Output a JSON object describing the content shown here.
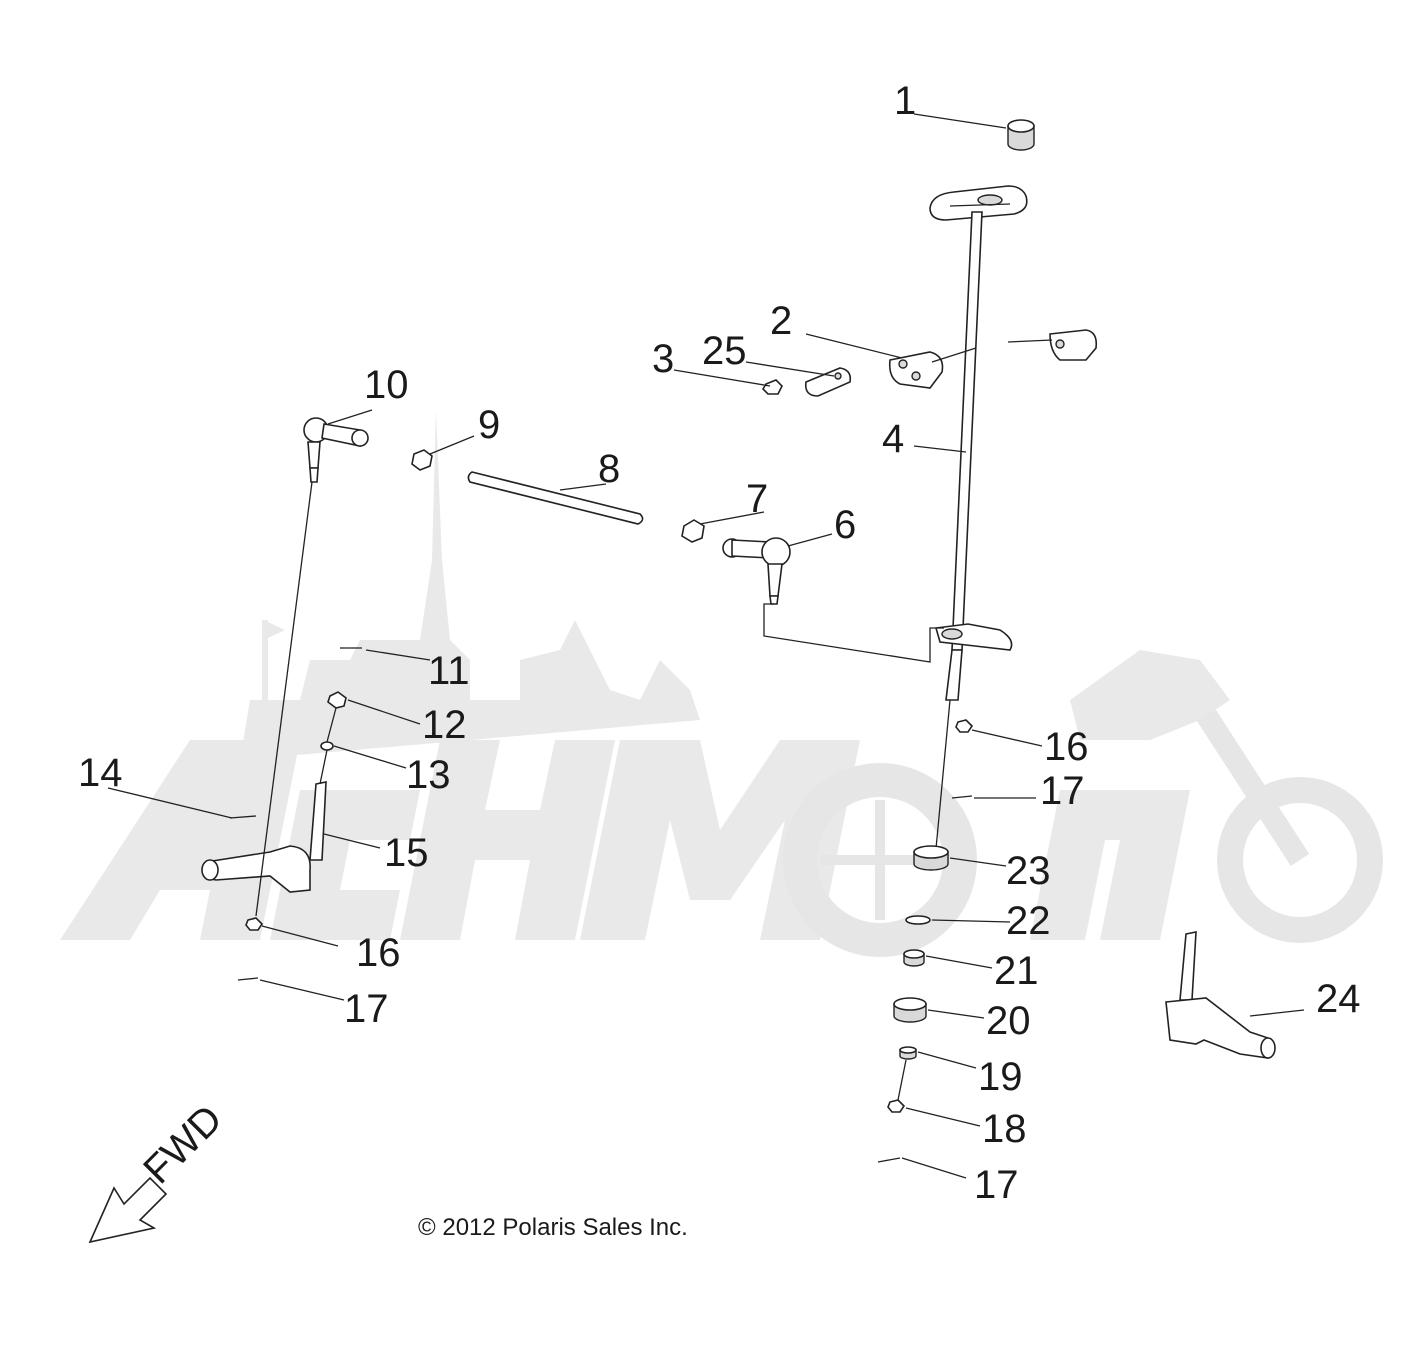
{
  "callouts": {
    "c1": "1",
    "c2": "2",
    "c3": "3",
    "c4": "4",
    "c6": "6",
    "c7": "7",
    "c8": "8",
    "c9": "9",
    "c10": "10",
    "c11": "11",
    "c12": "12",
    "c13": "13",
    "c14": "14",
    "c15": "15",
    "c16a": "16",
    "c16b": "16",
    "c17a": "17",
    "c17b": "17",
    "c17c": "17",
    "c18": "18",
    "c19": "19",
    "c20": "20",
    "c21": "21",
    "c22": "22",
    "c23": "23",
    "c24": "24",
    "c25": "25"
  },
  "direction_label": "FWD",
  "copyright": "© 2012 Polaris Sales Inc.",
  "watermark_text": "AchMoto"
}
